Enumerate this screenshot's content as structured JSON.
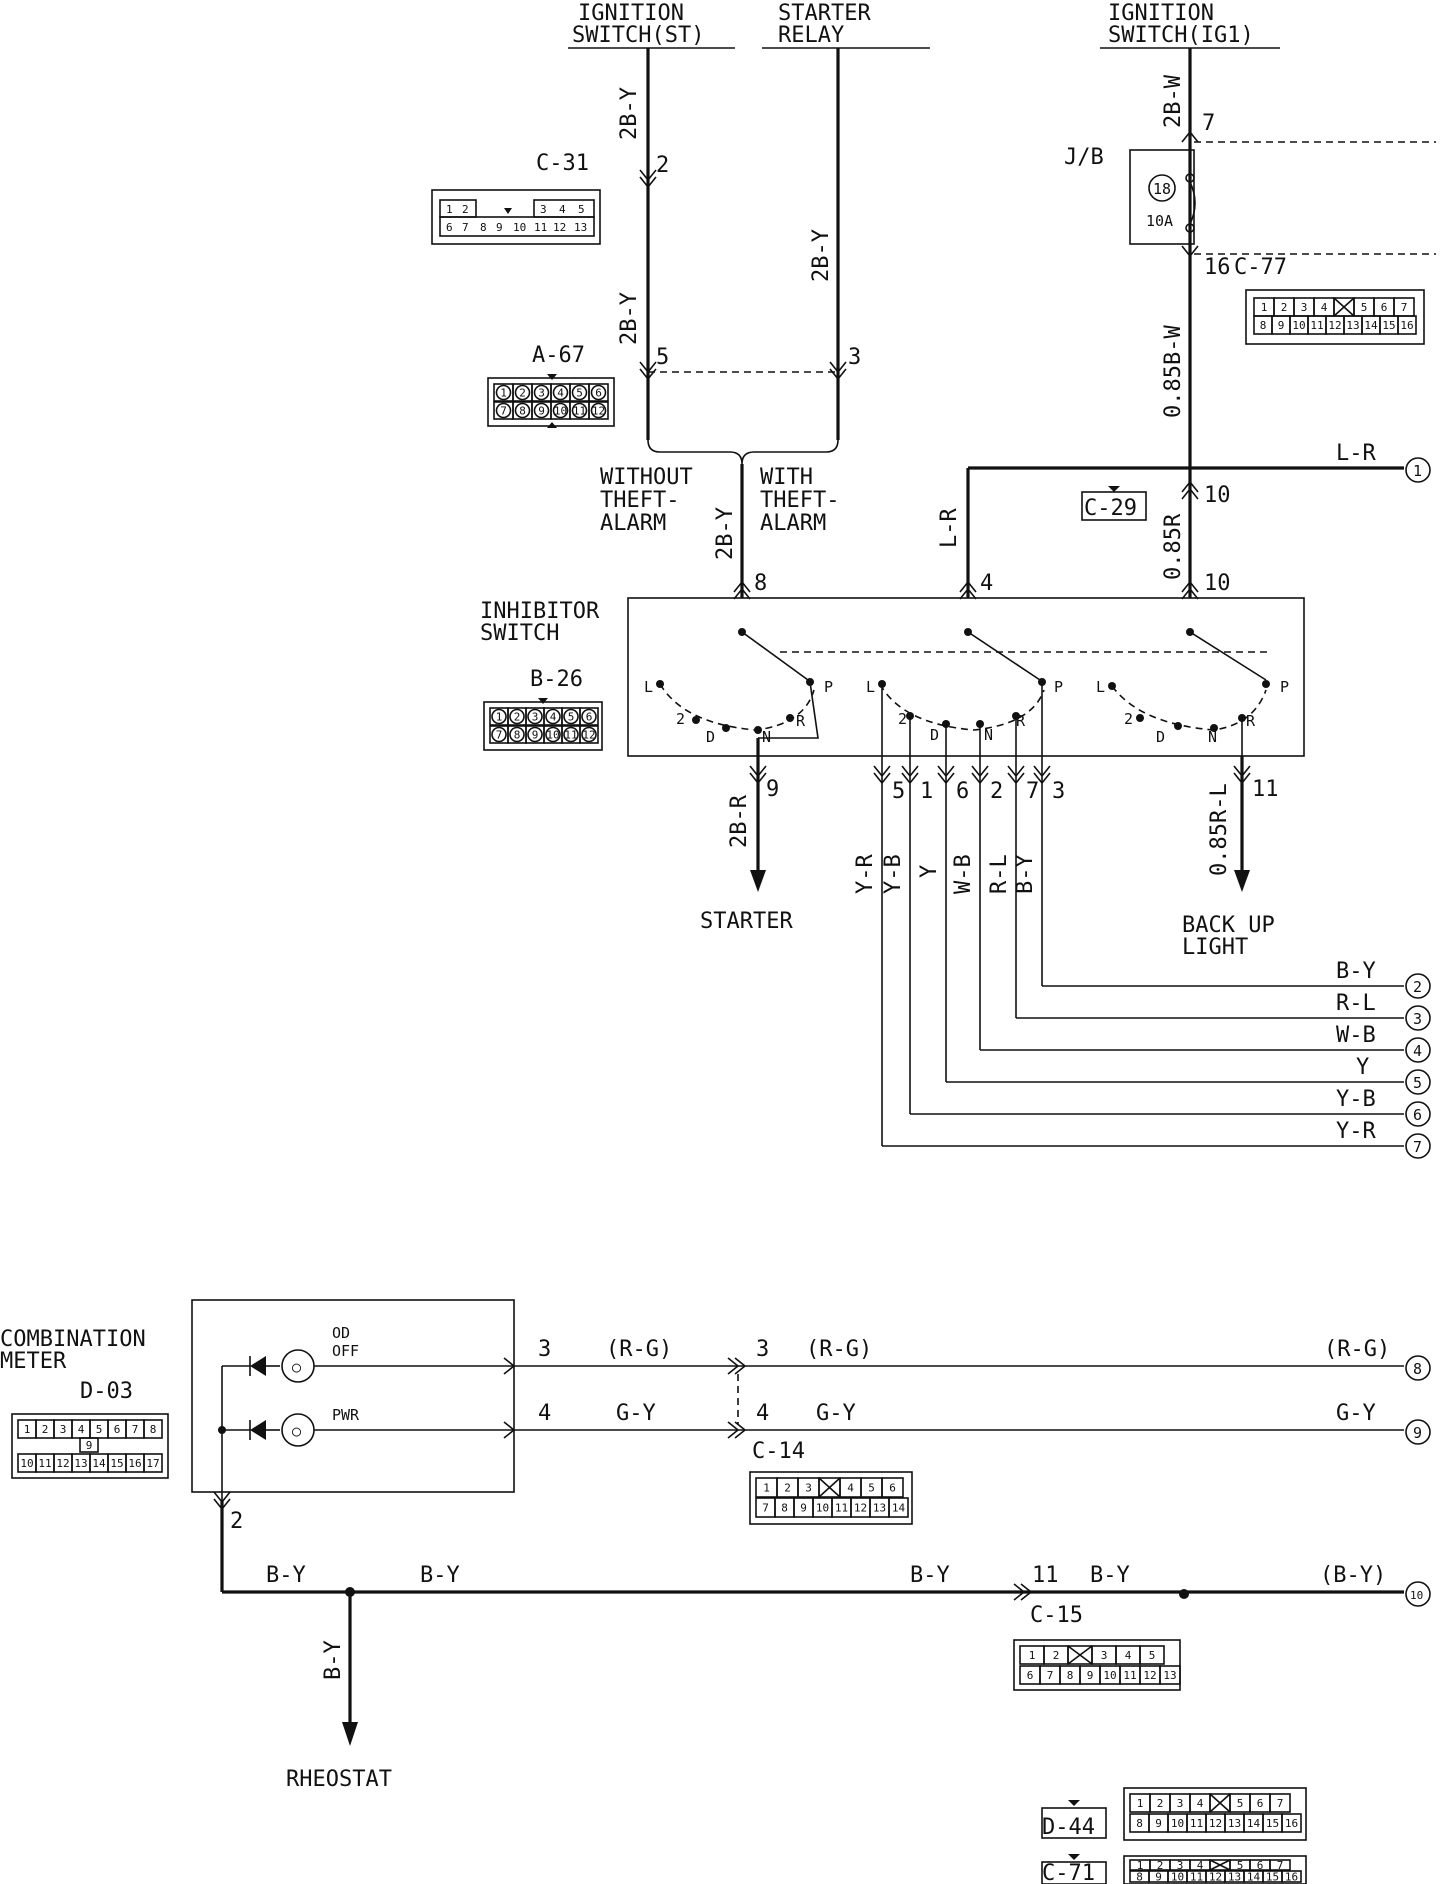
{
  "top": {
    "ign_st": [
      "IGNITION",
      "SWITCH(ST)"
    ],
    "starter_relay": [
      "STARTER",
      "RELAY"
    ],
    "ign_ig1": [
      "IGNITION",
      "SWITCH(IG1)"
    ]
  },
  "wires": {
    "w_2by": "2B-Y",
    "w_2bw": "2B-W",
    "w_085bw": "0.85B-W",
    "w_085r": "0.85R",
    "w_lr": "L-R",
    "w_2br": "2B-R",
    "w_085rl": "0.85R-L",
    "w_yr": "Y-R",
    "w_yb": "Y-B",
    "w_y": "Y",
    "w_wb": "W-B",
    "w_rl": "R-L",
    "w_by": "B-Y"
  },
  "connectors": {
    "c31": "C-31",
    "c77": "C-77",
    "a67": "A-67",
    "c29": "C-29",
    "b26": "B-26",
    "d03": "D-03",
    "c14": "C-14",
    "c15": "C-15",
    "d44": "D-44",
    "c71": "C-71"
  },
  "labels": {
    "jb": "J/B",
    "fuse_no": "18",
    "fuse_amp": "10A",
    "without_theft": [
      "WITHOUT",
      "THEFT-",
      "ALARM"
    ],
    "with_theft": [
      "WITH",
      "THEFT-",
      "ALARM"
    ],
    "inhibitor": [
      "INHIBITOR",
      "SWITCH"
    ],
    "starter": "STARTER",
    "backup": [
      "BACK UP",
      "LIGHT"
    ],
    "combination": [
      "COMBINATION",
      "METER"
    ],
    "od_off": [
      "OD",
      "OFF"
    ],
    "pwr": "PWR",
    "rheostat": "RHEOSTAT",
    "pos_L": "L",
    "pos_2": "2",
    "pos_D": "D",
    "pos_N": "N",
    "pos_R": "R",
    "pos_P": "P"
  },
  "pins": {
    "p2": "2",
    "p3": "3",
    "p4": "4",
    "p5": "5",
    "p6": "6",
    "p7": "7",
    "p8": "8",
    "p9": "9",
    "p10": "10",
    "p11": "11",
    "p16": "16",
    "p1": "1"
  },
  "right_wires": [
    {
      "color": "L-R",
      "num": "1"
    },
    {
      "color": "B-Y",
      "num": "2"
    },
    {
      "color": "R-L",
      "num": "3"
    },
    {
      "color": "W-B",
      "num": "4"
    },
    {
      "color": "Y",
      "num": "5"
    },
    {
      "color": "Y-B",
      "num": "6"
    },
    {
      "color": "Y-R",
      "num": "7"
    },
    {
      "color": "(R-G)",
      "num": "8"
    },
    {
      "color": "G-Y",
      "num": "9"
    },
    {
      "color": "(B-Y)",
      "num": "10"
    }
  ],
  "bottom_wires": {
    "rg": "(R-G)",
    "gy": "G-Y",
    "by": "B-Y",
    "by_paren": "(B-Y)"
  },
  "connector_cells": {
    "c31_top": [
      "1",
      "2",
      "",
      "3",
      "4",
      "5"
    ],
    "c31_bot": [
      "6",
      "7",
      "8",
      "9",
      "10",
      "11",
      "12",
      "13"
    ],
    "c77_top": [
      "1",
      "2",
      "3",
      "4",
      "",
      "5",
      "6",
      "7"
    ],
    "c77_bot": [
      "8",
      "9",
      "10",
      "11",
      "12",
      "13",
      "14",
      "15",
      "16"
    ],
    "a67_top": [
      "1",
      "2",
      "3",
      "4",
      "5",
      "6"
    ],
    "a67_bot": [
      "7",
      "8",
      "9",
      "10",
      "11",
      "12"
    ],
    "d03_top": [
      "1",
      "2",
      "3",
      "4",
      "5",
      "6",
      "7",
      "8"
    ],
    "d03_mid": "9",
    "d03_bot": [
      "10",
      "11",
      "12",
      "13",
      "14",
      "15",
      "16",
      "17"
    ],
    "c14_top": [
      "1",
      "2",
      "3",
      "",
      "4",
      "5",
      "6"
    ],
    "c14_bot": [
      "7",
      "8",
      "9",
      "10",
      "11",
      "12",
      "13",
      "14"
    ],
    "c15_top": [
      "1",
      "2",
      "",
      "3",
      "4",
      "5"
    ],
    "c15_bot": [
      "6",
      "7",
      "8",
      "9",
      "10",
      "11",
      "12",
      "13"
    ]
  }
}
